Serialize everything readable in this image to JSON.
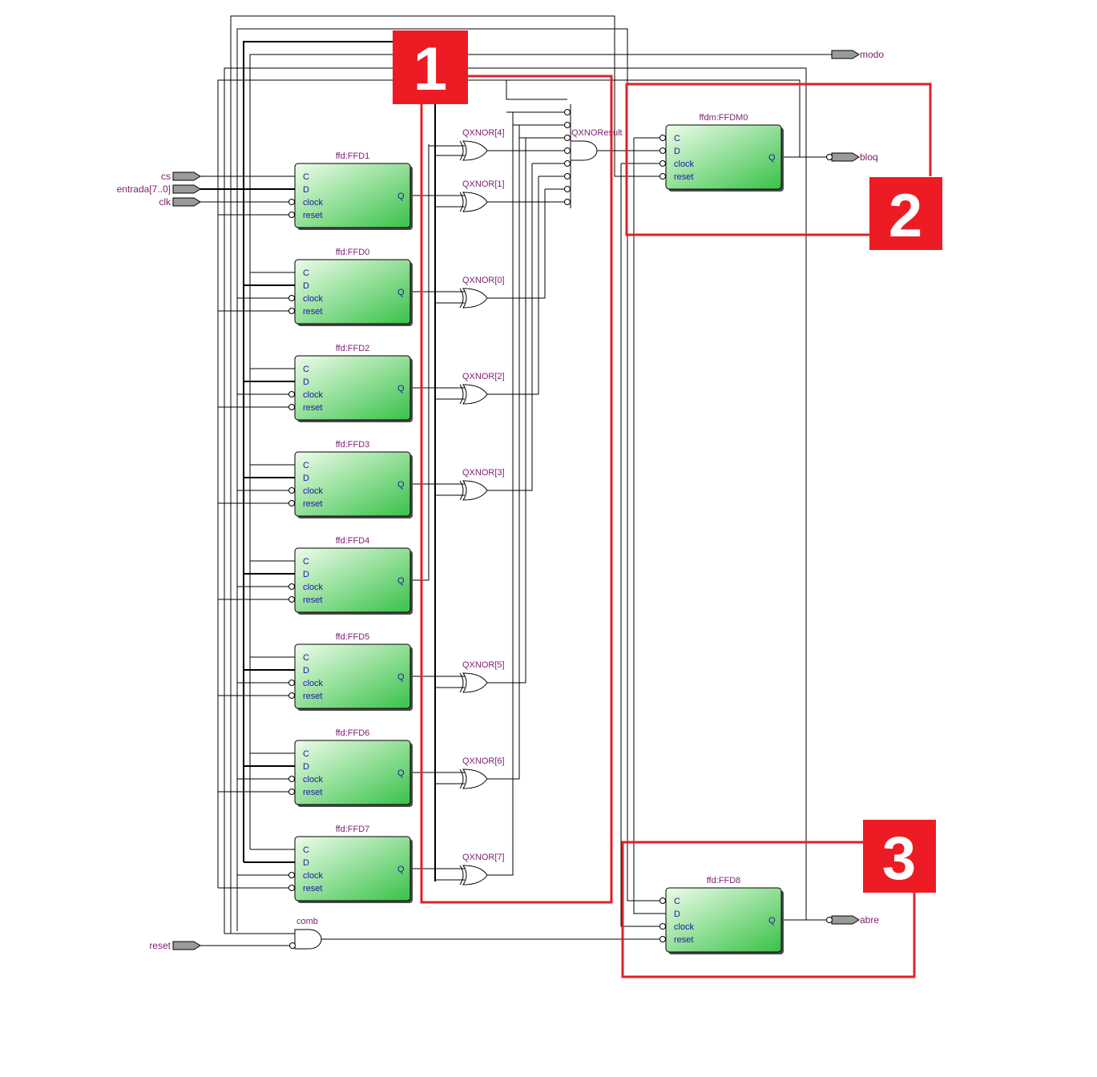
{
  "inputs": [
    {
      "id": "cs",
      "label": "cs"
    },
    {
      "id": "entrada",
      "label": "entrada[7..0]"
    },
    {
      "id": "clk",
      "label": "clk"
    },
    {
      "id": "reset",
      "label": "reset"
    }
  ],
  "outputs": [
    {
      "id": "modo",
      "label": "modo"
    },
    {
      "id": "bloq",
      "label": "bloq"
    },
    {
      "id": "abre",
      "label": "abre"
    }
  ],
  "flipflops": [
    {
      "id": "ffd1",
      "label": "ffd:FFD1"
    },
    {
      "id": "ffd0",
      "label": "ffd:FFD0"
    },
    {
      "id": "ffd2",
      "label": "ffd:FFD2"
    },
    {
      "id": "ffd3",
      "label": "ffd:FFD3"
    },
    {
      "id": "ffd4",
      "label": "ffd:FFD4"
    },
    {
      "id": "ffd5",
      "label": "ffd:FFD5"
    },
    {
      "id": "ffd6",
      "label": "ffd:FFD6"
    },
    {
      "id": "ffd7",
      "label": "ffd:FFD7"
    }
  ],
  "ffdm": {
    "label": "ffdm:FFDM0"
  },
  "ffd8": {
    "label": "ffd:FFD8"
  },
  "ports": {
    "c": "C",
    "d": "D",
    "clock": "clock",
    "reset": "reset",
    "q": "Q"
  },
  "xnor_gates": [
    {
      "id": "x4",
      "label": "QXNOR[4]"
    },
    {
      "id": "x1",
      "label": "QXNOR[1]"
    },
    {
      "id": "x0",
      "label": "QXNOR[0]"
    },
    {
      "id": "x2",
      "label": "QXNOR[2]"
    },
    {
      "id": "x3",
      "label": "QXNOR[3]"
    },
    {
      "id": "x5",
      "label": "QXNOR[5]"
    },
    {
      "id": "x6",
      "label": "QXNOR[6]"
    },
    {
      "id": "x7",
      "label": "QXNOR[7]"
    }
  ],
  "and_gate": {
    "label": "QXNOResult"
  },
  "comb_gate": {
    "label": "comb"
  },
  "regions": [
    {
      "number": "1",
      "color": "#ed1c24"
    },
    {
      "number": "2",
      "color": "#ed1c24"
    },
    {
      "number": "3",
      "color": "#ed1c24"
    }
  ],
  "colors": {
    "block_green_light": "#e9fbe6",
    "block_green_dark": "#3cc44a",
    "label_purple": "#7a1f6e",
    "port_blue": "#1a1aa6",
    "highlight_red": "#ed1c24"
  }
}
